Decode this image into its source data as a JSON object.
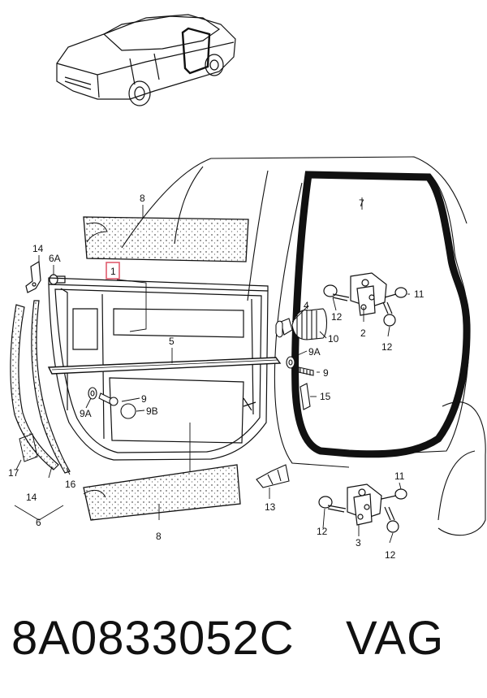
{
  "colors": {
    "ink": "#111111",
    "highlight": "#e05c6e",
    "background": "#ffffff"
  },
  "callouts": {
    "c1": "1",
    "c2": "2",
    "c3": "3",
    "c4": "4",
    "c5": "5",
    "c6": "6",
    "c6a": "6A",
    "c7": "7",
    "c8_top": "8",
    "c8_bottom": "8",
    "c9_right": "9",
    "c9_left": "9",
    "c9a_right": "9A",
    "c9a_left": "9A",
    "c9b": "9B",
    "c10": "10",
    "c11_top": "11",
    "c11_bottom": "11",
    "c12_top_left": "12",
    "c12_top_right": "12",
    "c12_bottom_left": "12",
    "c12_bottom_right": "12",
    "c13": "13",
    "c14_top": "14",
    "c14_bottom": "14",
    "c15": "15",
    "c16": "16",
    "c17": "17"
  },
  "footer": {
    "part_number": "8A0833052C",
    "brand": "VAG"
  }
}
